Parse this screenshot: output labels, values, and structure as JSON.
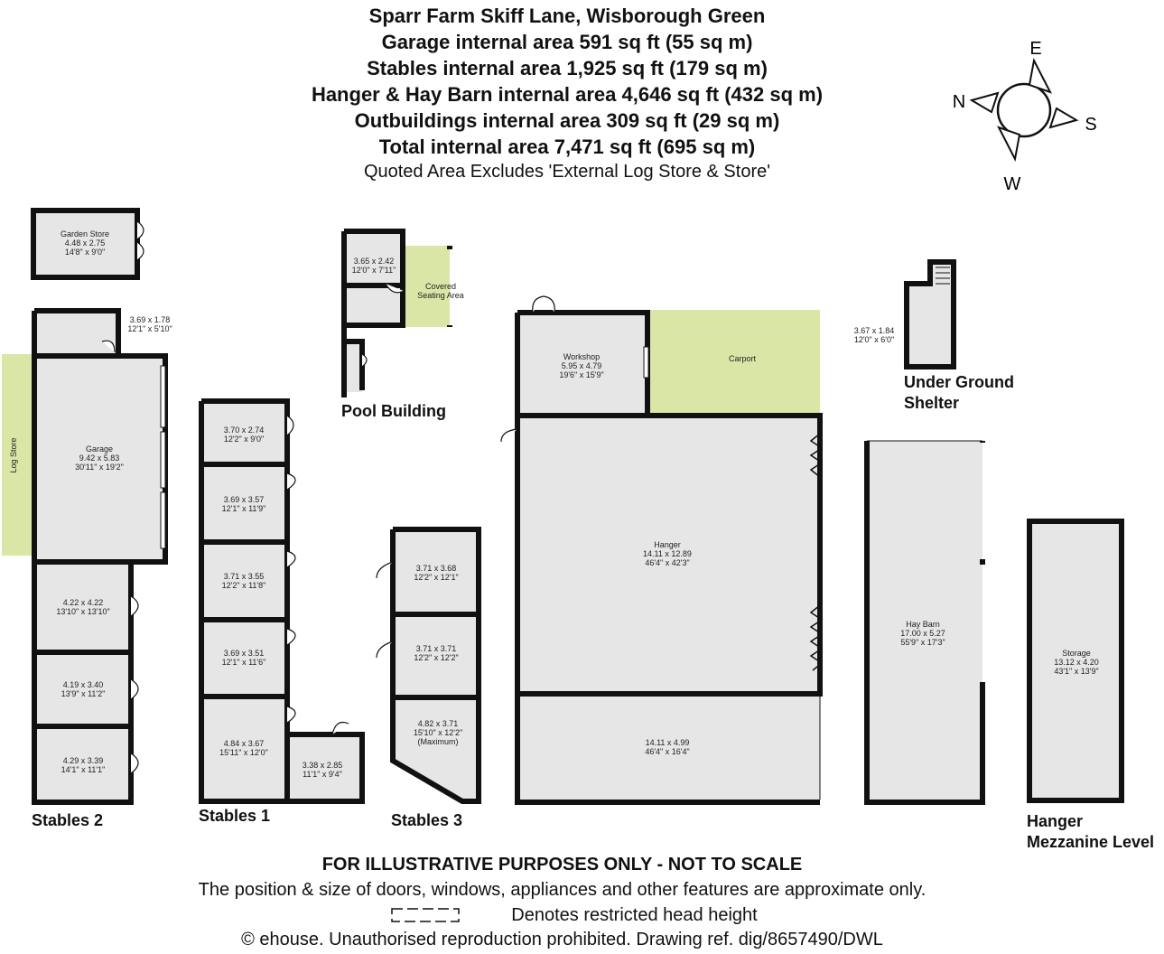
{
  "header": {
    "title": "Sparr Farm Skiff Lane, Wisborough Green",
    "lines": [
      "Garage internal area 591 sq ft (55 sq m)",
      "Stables internal area 1,925 sq ft (179 sq m)",
      "Hanger & Hay Barn internal area 4,646 sq ft (432 sq m)",
      "Outbuildings internal area 309 sq ft (29 sq m)",
      "Total internal area 7,471 sq ft (695 sq m)"
    ],
    "note": "Quoted Area Excludes 'External Log Store & Store'"
  },
  "compass": {
    "n": "N",
    "e": "E",
    "s": "S",
    "w": "W"
  },
  "colors": {
    "room_fill": "#e6e6e6",
    "external_fill": "#d9e6a6",
    "wall": "#111111"
  },
  "buildings": {
    "stables2": "Stables 2",
    "stables1": "Stables 1",
    "stables3": "Stables 3",
    "pool": "Pool Building",
    "shelter": [
      "Under Ground",
      "Shelter"
    ],
    "mezz": [
      "Hanger",
      "Mezzanine Level"
    ]
  },
  "rooms": {
    "garden_store": [
      "Garden Store",
      "4.48 x 2.75",
      "14'8\" x 9'0\""
    ],
    "s2_top": [
      "3.69 x 1.78",
      "12'1\" x 5'10\""
    ],
    "log_store": "Log Store",
    "garage": [
      "Garage",
      "9.42 x 5.83",
      "30'11\" x 19'2\""
    ],
    "s2_a": [
      "4.22 x 4.22",
      "13'10\" x 13'10\""
    ],
    "s2_b": [
      "4.19 x 3.40",
      "13'9\" x 11'2\""
    ],
    "s2_c": [
      "4.29 x 3.39",
      "14'1\" x 11'1\""
    ],
    "s1_a": [
      "3.70 x 2.74",
      "12'2\" x 9'0\""
    ],
    "s1_b": [
      "3.69 x 3.57",
      "12'1\" x 11'9\""
    ],
    "s1_c": [
      "3.71 x 3.55",
      "12'2\" x 11'8\""
    ],
    "s1_d": [
      "3.69 x 3.51",
      "12'1\" x 11'6\""
    ],
    "s1_e": [
      "4.84 x 3.67",
      "15'11\" x 12'0\""
    ],
    "s1_f": [
      "3.38 x 2.85",
      "11'1\" x 9'4\""
    ],
    "s3_a": [
      "3.71 x 3.68",
      "12'2\" x 12'1\""
    ],
    "s3_b": [
      "3.71 x 3.71",
      "12'2\" x 12'2\""
    ],
    "s3_c": [
      "4.82 x 3.71",
      "15'10\" x 12'2\"",
      "(Maximum)"
    ],
    "pool_a": [
      "3.65 x 2.42",
      "12'0\" x 7'11\""
    ],
    "covered": [
      "Covered",
      "Seating Area"
    ],
    "workshop": [
      "Workshop",
      "5.95 x 4.79",
      "19'6\" x 15'9\""
    ],
    "carport": "Carport",
    "hanger": [
      "Hanger",
      "14.11 x 12.89",
      "46'4\" x 42'3\""
    ],
    "hanger_low": [
      "14.11 x 4.99",
      "46'4\" x 16'4\""
    ],
    "haybarn": [
      "Hay Barn",
      "17.00 x 5.27",
      "55'9\" x 17'3\""
    ],
    "storage": [
      "Storage",
      "13.12 x 4.20",
      "43'1\" x 13'9\""
    ],
    "shelter_dims": [
      "3.67 x 1.84",
      "12'0\" x 6'0\""
    ]
  },
  "footer": {
    "disclaimer": "FOR ILLUSTRATIVE PURPOSES ONLY - NOT TO SCALE",
    "line1": "The position & size of doors, windows, appliances and other features are approximate only.",
    "line2": "Denotes restricted head height",
    "line3": "© ehouse. Unauthorised reproduction prohibited. Drawing ref. dig/8657490/DWL"
  }
}
